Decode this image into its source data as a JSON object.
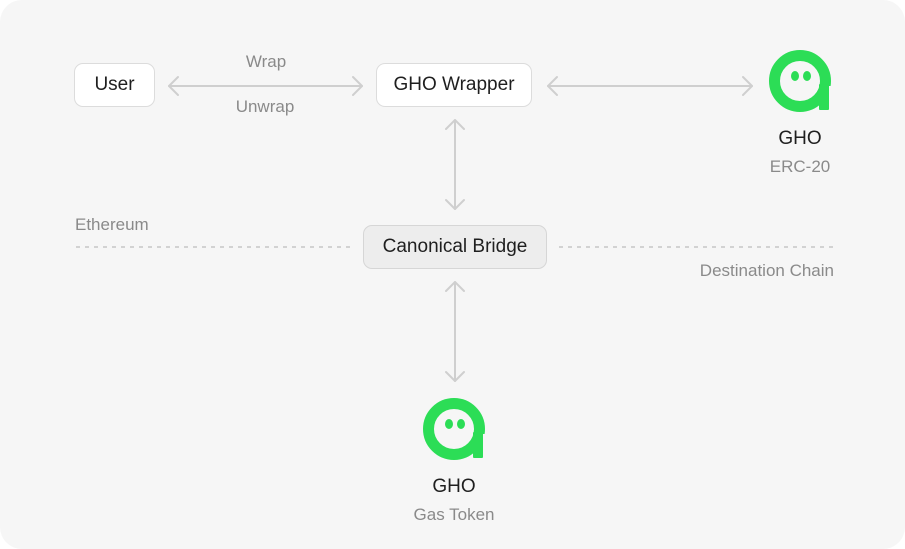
{
  "nodes": {
    "user": "User",
    "wrapper": "GHO Wrapper",
    "bridge": "Canonical Bridge"
  },
  "edges": {
    "wrap": "Wrap",
    "unwrap": "Unwrap"
  },
  "zones": {
    "ethereum": "Ethereum",
    "destination": "Destination Chain"
  },
  "tokens": {
    "erc20": {
      "name": "GHO",
      "type": "ERC-20",
      "icon": "gho-logo-icon"
    },
    "gas": {
      "name": "GHO",
      "type": "Gas Token",
      "icon": "gho-logo-icon"
    }
  },
  "colors": {
    "accent": "#2cdd56",
    "line": "#cfcfcf"
  }
}
